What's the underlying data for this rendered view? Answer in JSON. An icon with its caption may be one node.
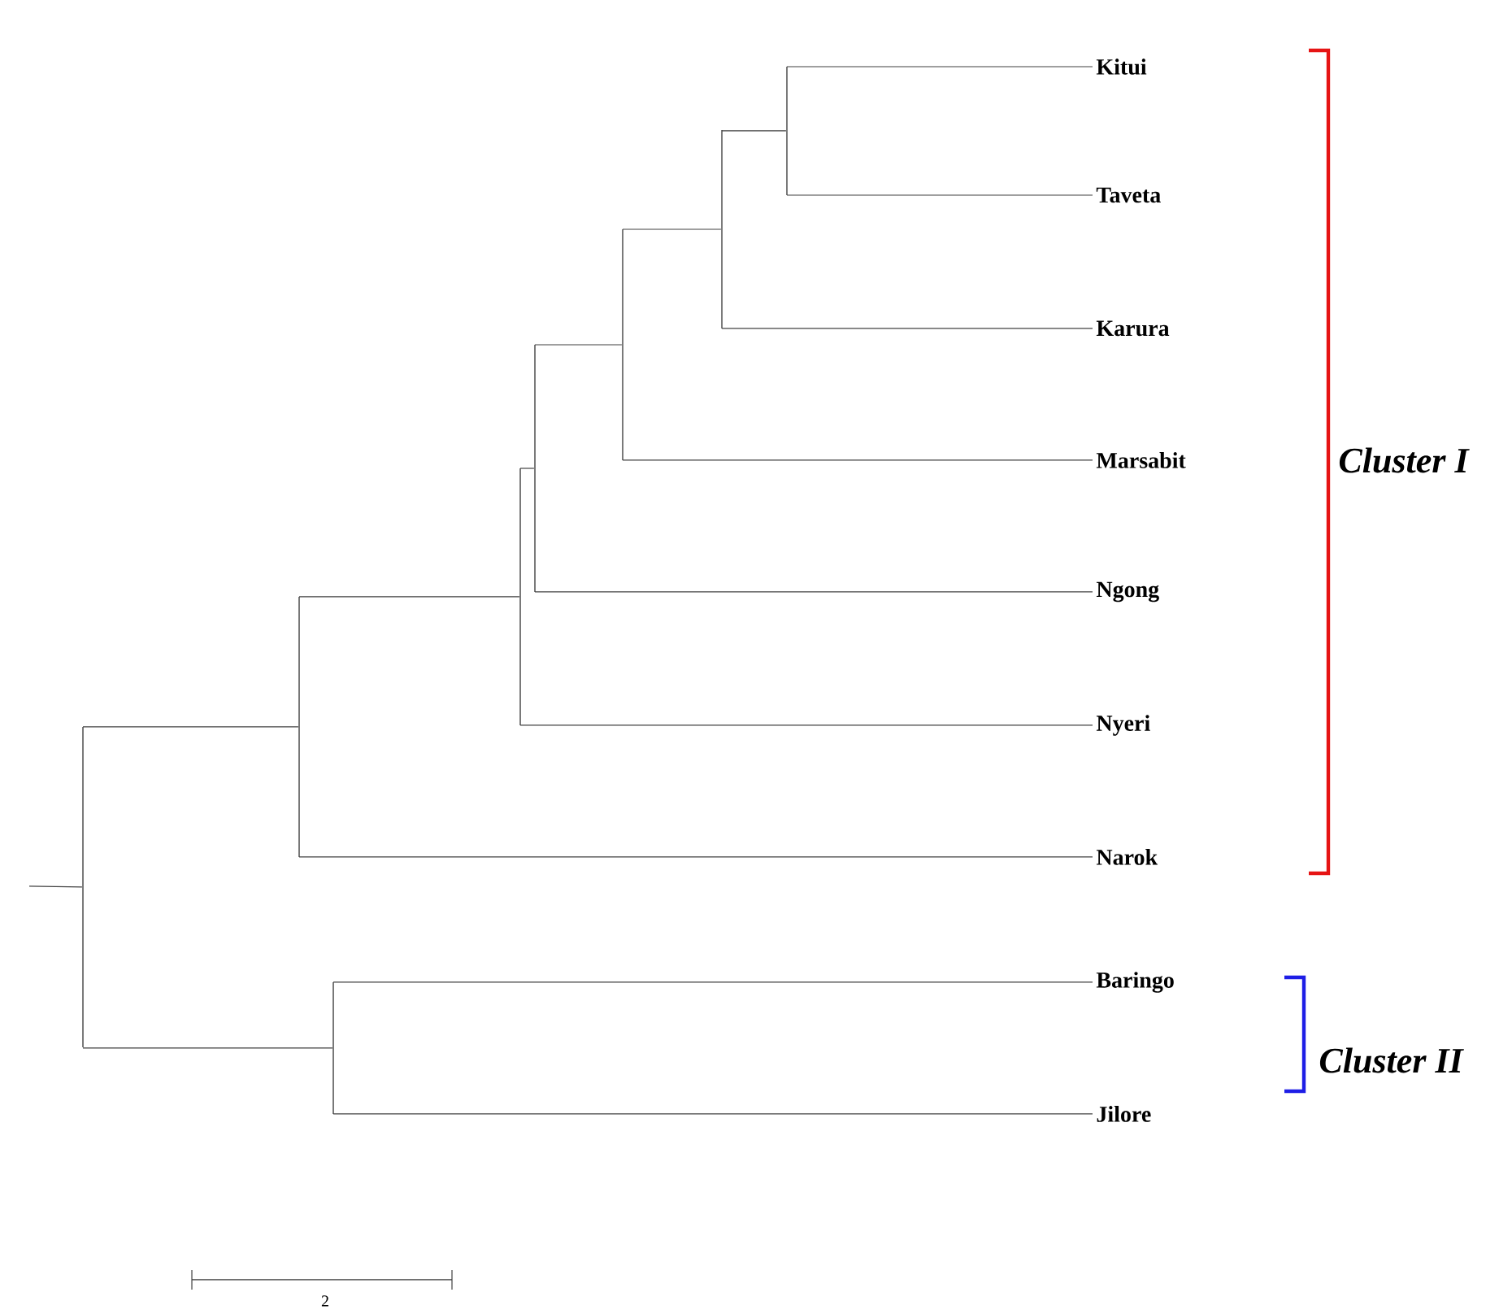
{
  "diagram": {
    "nodes": [
      {
        "text": [
          "Kitui"
        ]
      },
      {
        "text": [
          "Taveta"
        ]
      },
      {
        "text": [
          "Karura"
        ]
      },
      {
        "text": [
          "Marsabit"
        ]
      },
      {
        "text": [
          "Ngong"
        ]
      },
      {
        "text": [
          "Nyeri"
        ]
      },
      {
        "text": [
          "Narok"
        ]
      },
      {
        "text": [
          "Baringo"
        ]
      },
      {
        "text": [
          "Jilore"
        ]
      },
      {
        "text": [],
        "shape": "bar"
      },
      {
        "text": [],
        "shape": "bar"
      },
      {
        "text": [],
        "shape": "bar"
      },
      {
        "text": [],
        "shape": "bar"
      },
      {
        "text": [],
        "shape": "bar"
      },
      {
        "text": [],
        "shape": "bar"
      },
      {
        "text": [],
        "shape": "bar"
      },
      {
        "text": [],
        "shape": "bar"
      }
    ],
    "edges": [
      {
        "from": null,
        "to": 9,
        "arrow": "none"
      },
      {
        "from": 9,
        "to": 10,
        "arrow": "none"
      },
      {
        "from": 9,
        "to": 11,
        "arrow": "none"
      },
      {
        "from": 10,
        "to": 12,
        "arrow": "none"
      },
      {
        "from": 10,
        "to": 6,
        "arrow": "none"
      },
      {
        "from": 12,
        "to": 13,
        "arrow": "none"
      },
      {
        "from": 12,
        "to": 5,
        "arrow": "none"
      },
      {
        "from": 13,
        "to": 14,
        "arrow": "none"
      },
      {
        "from": 13,
        "to": 4,
        "arrow": "none"
      },
      {
        "from": 14,
        "to": 15,
        "arrow": "none"
      },
      {
        "from": 14,
        "to": 3,
        "arrow": "none"
      },
      {
        "from": 15,
        "to": 16,
        "arrow": "none"
      },
      {
        "from": 15,
        "to": 2,
        "arrow": "none"
      },
      {
        "from": 16,
        "to": 0,
        "arrow": "none"
      },
      {
        "from": 16,
        "to": 1,
        "arrow": "none"
      },
      {
        "from": 11,
        "to": 7,
        "arrow": "none"
      },
      {
        "from": 11,
        "to": 8,
        "arrow": "none"
      }
    ],
    "labels": [
      "Cluster I",
      "Cluster II",
      "2"
    ]
  }
}
